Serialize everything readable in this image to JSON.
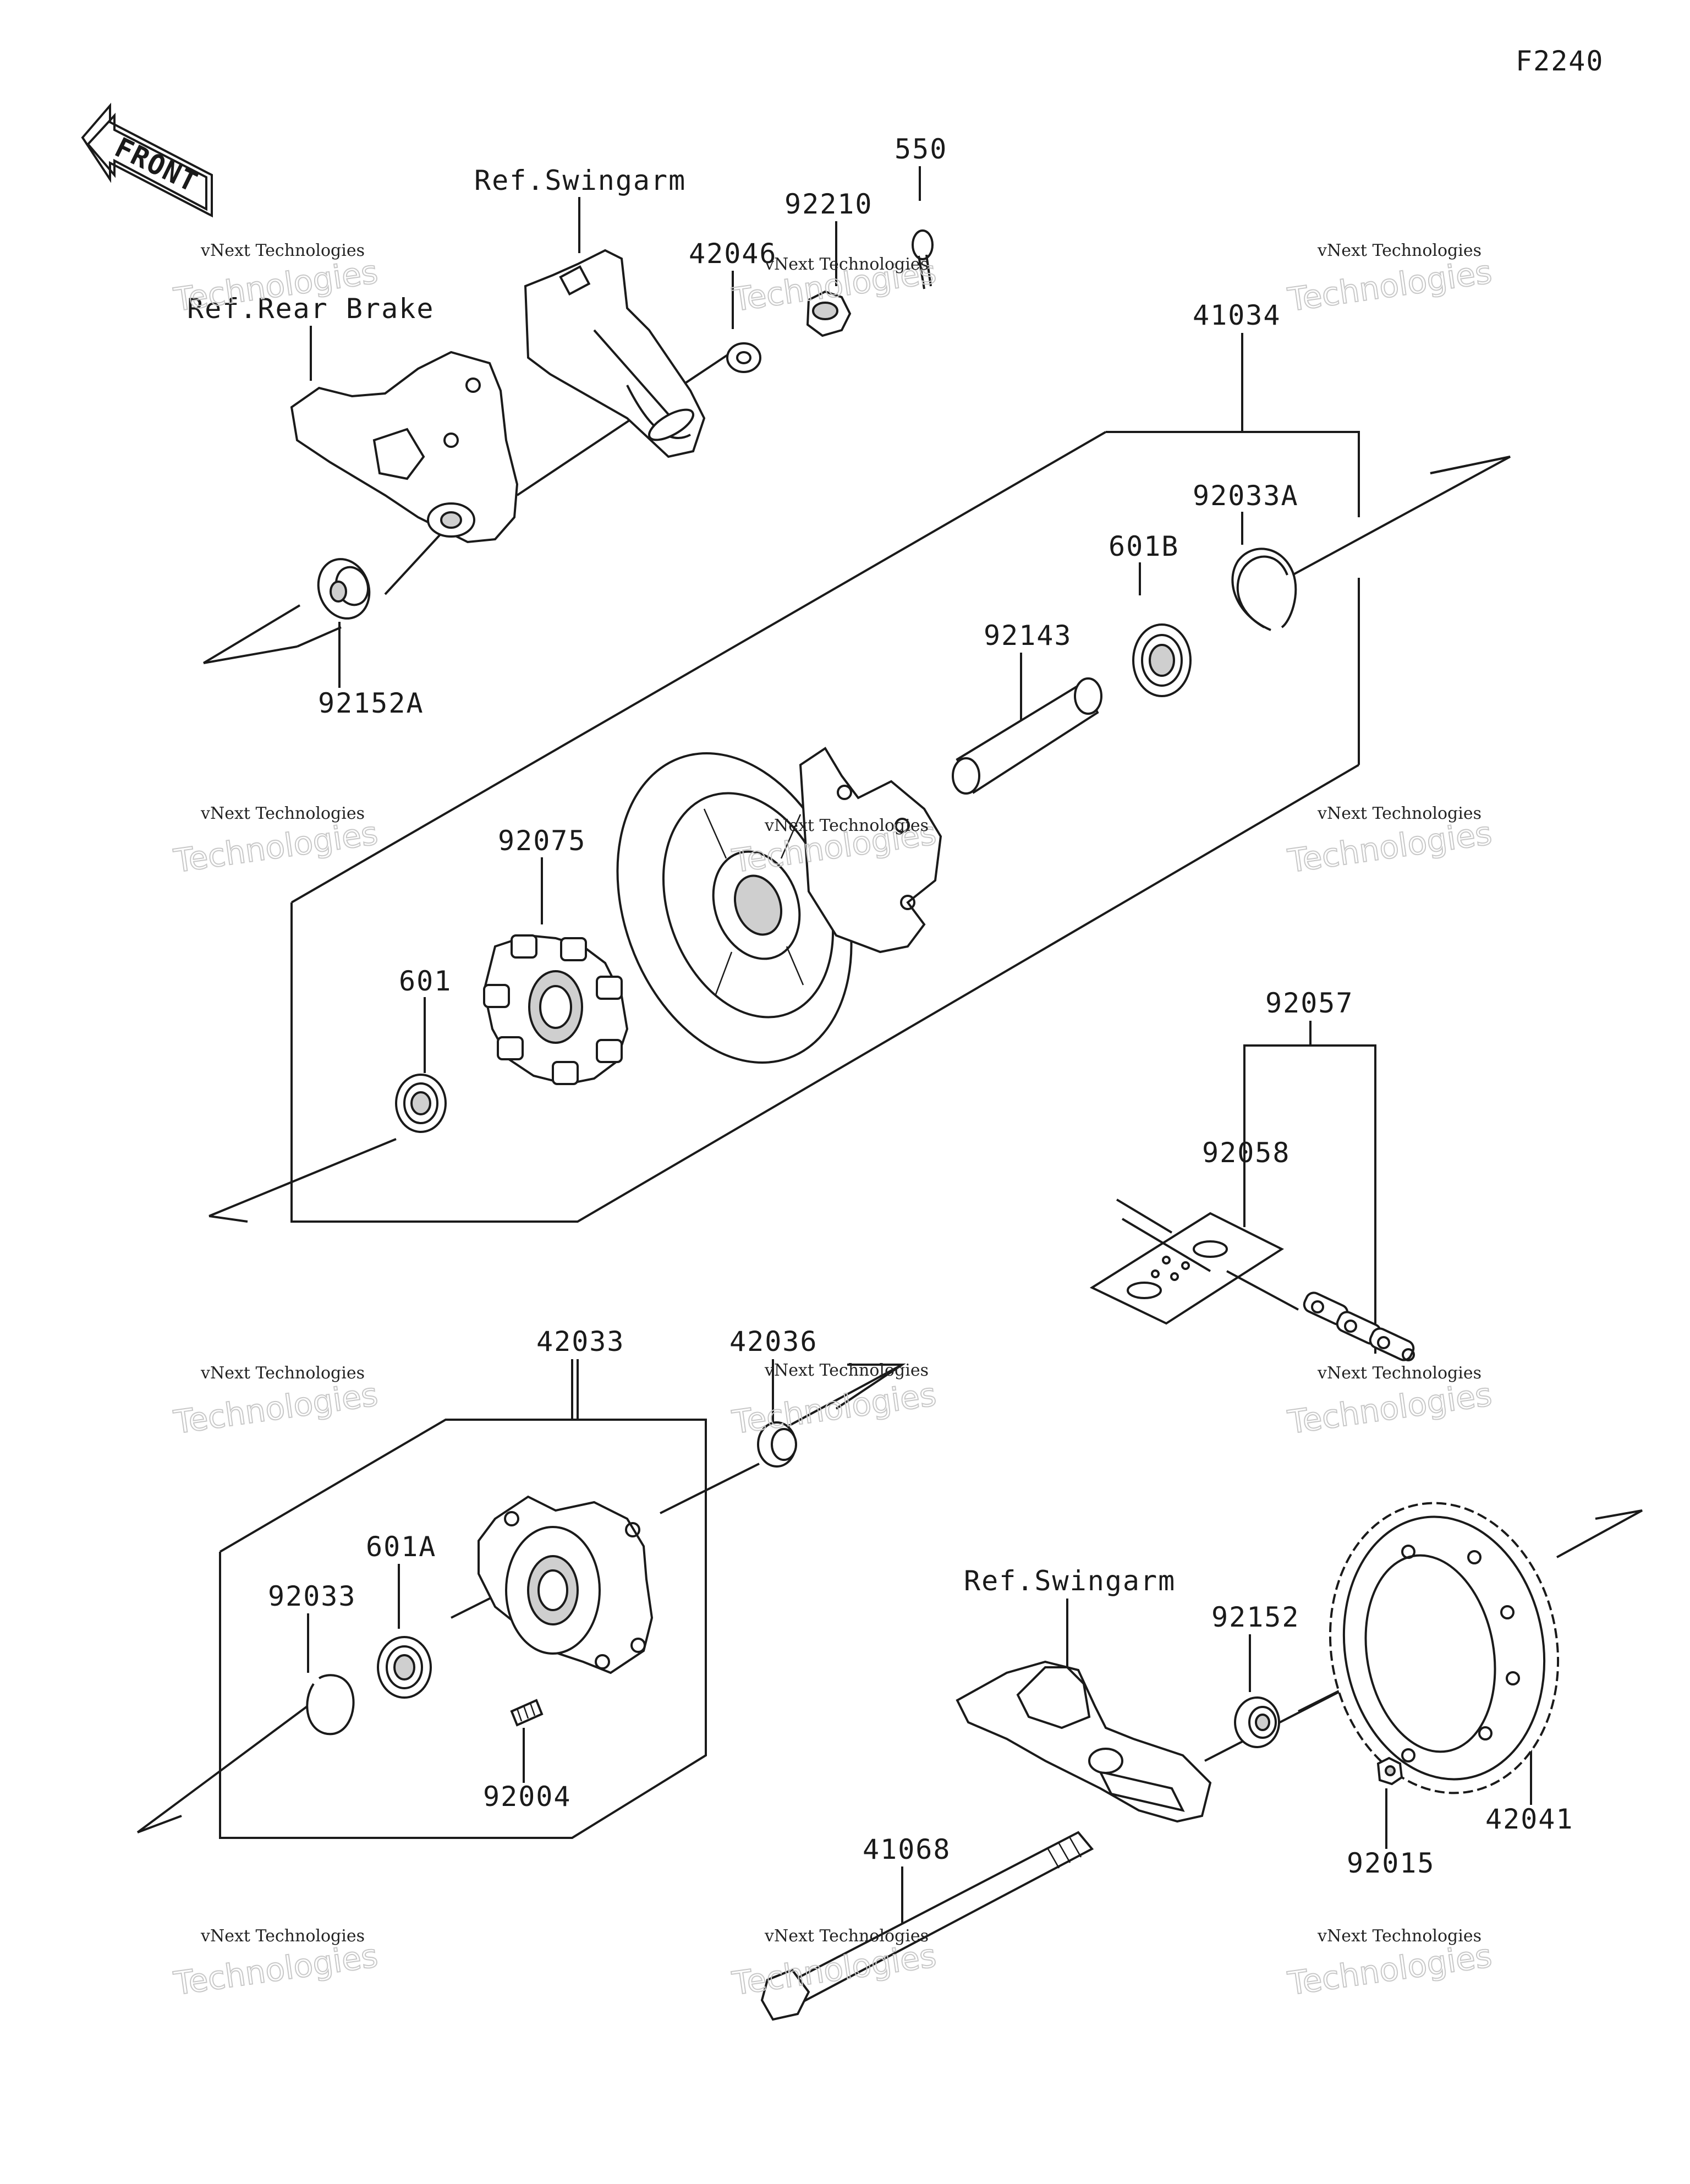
{
  "diagram_code": "F2240",
  "front_label": "FRONT",
  "references": {
    "swingarm_top": "Ref.Swingarm",
    "rear_brake": "Ref.Rear Brake",
    "swingarm_bottom": "Ref.Swingarm"
  },
  "part_numbers": {
    "p550": "550",
    "p92210": "92210",
    "p42046": "42046",
    "p41034": "41034",
    "p92033A": "92033A",
    "p601B": "601B",
    "p92143": "92143",
    "p92152A": "92152A",
    "p92075": "92075",
    "p601": "601",
    "p92057": "92057",
    "p92058": "92058",
    "p42033": "42033",
    "p42036": "42036",
    "p601A": "601A",
    "p92033": "92033",
    "p92004": "92004",
    "p92152": "92152",
    "p42041": "42041",
    "p92015": "92015",
    "p41068": "41068"
  },
  "watermark": {
    "brand": "vNext Technologies",
    "word": "Technologies"
  }
}
